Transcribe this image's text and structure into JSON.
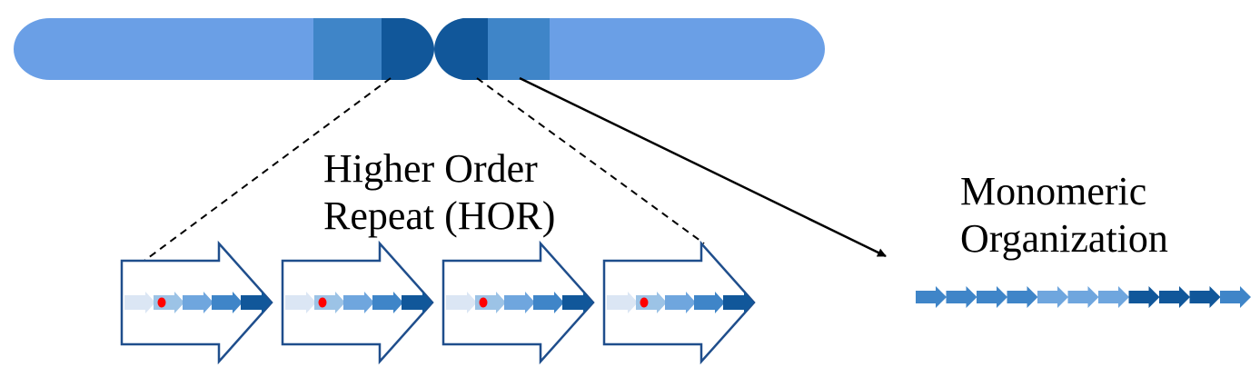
{
  "labels": {
    "hor_line1": "Higher Order",
    "hor_line2": "Repeat (HOR)",
    "mono_line1": "Monomeric",
    "mono_line2": "Organization"
  },
  "colors": {
    "chromosome_arm": "#6a9fe6",
    "chromosome_mid": "#3f85c8",
    "chromosome_centromere": "#11579a",
    "hor_outline": "#1f4e8c",
    "monomer_palette": [
      "#dbe6f4",
      "#9cc3e6",
      "#6fa6de",
      "#3f85c8",
      "#11579a"
    ],
    "marker": "#ff0000"
  },
  "hor_unit_count": 4,
  "hor_unit_monomers": [
    0,
    1,
    2,
    3,
    4
  ],
  "monomeric_array": [
    3,
    3,
    3,
    3,
    2,
    2,
    2,
    4,
    4,
    4,
    3
  ]
}
